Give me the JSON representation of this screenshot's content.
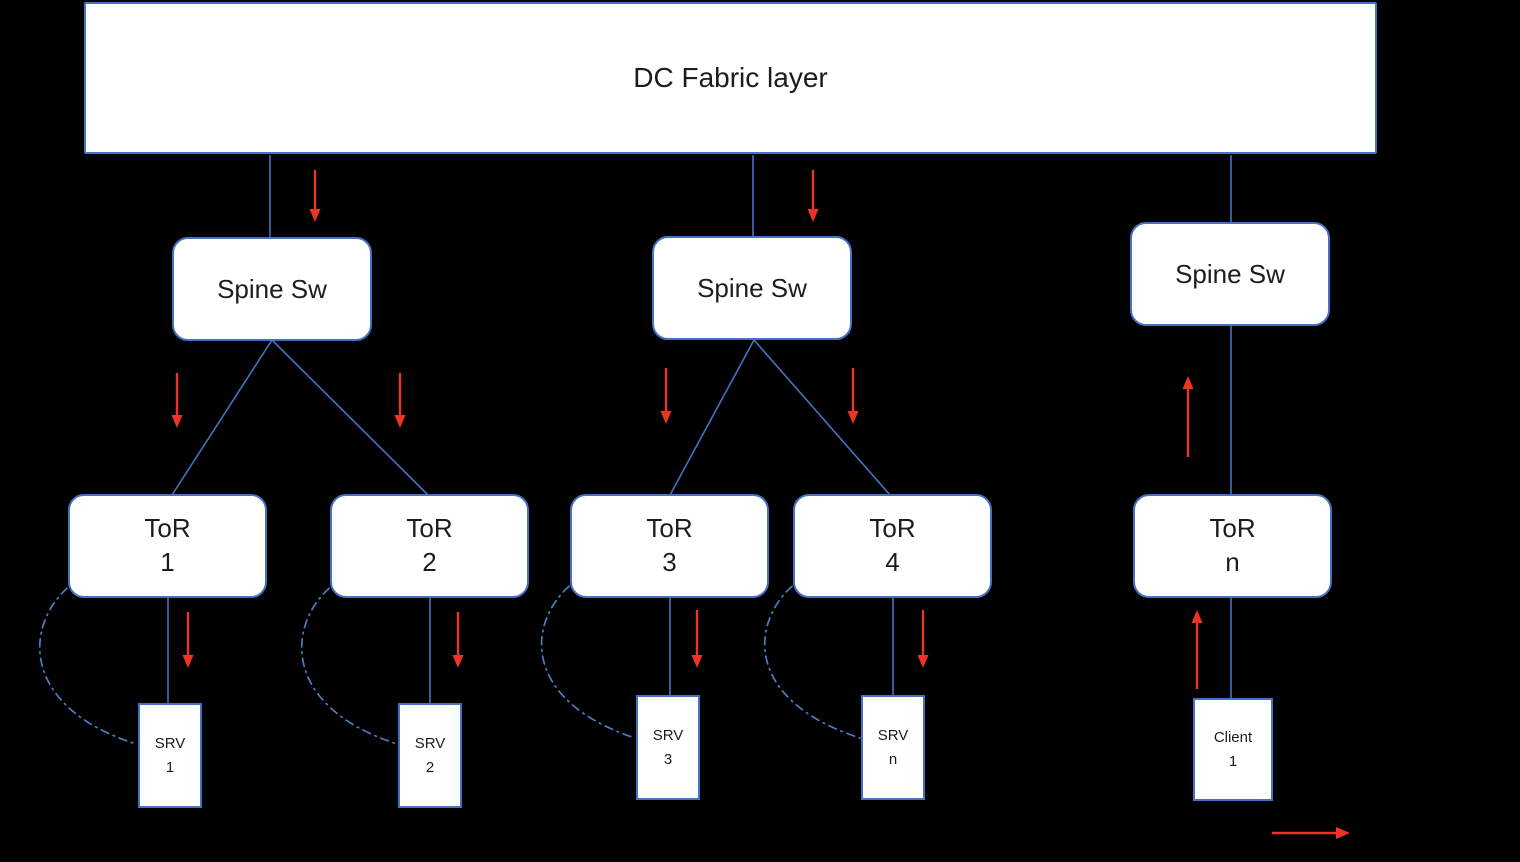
{
  "colors": {
    "background": "#000000",
    "node_fill": "#ffffff",
    "node_border": "#4472c4",
    "connector_line": "#4472c4",
    "loop_dashed_line": "#4a7ec0",
    "traffic_arrow": "#ee3424",
    "text": "#1c1c1c"
  },
  "fabric": {
    "label": "DC Fabric layer"
  },
  "spines": [
    {
      "label": "Spine Sw"
    },
    {
      "label": "Spine Sw"
    },
    {
      "label": "Spine Sw"
    }
  ],
  "tors": [
    {
      "name": "ToR",
      "id": "1"
    },
    {
      "name": "ToR",
      "id": "2"
    },
    {
      "name": "ToR",
      "id": "3"
    },
    {
      "name": "ToR",
      "id": "4"
    },
    {
      "name": "ToR",
      "id": "n"
    }
  ],
  "servers": [
    {
      "name": "SRV",
      "id": "1"
    },
    {
      "name": "SRV",
      "id": "2"
    },
    {
      "name": "SRV",
      "id": "3"
    },
    {
      "name": "SRV",
      "id": "n"
    }
  ],
  "client": {
    "name": "Client",
    "id": "1"
  }
}
